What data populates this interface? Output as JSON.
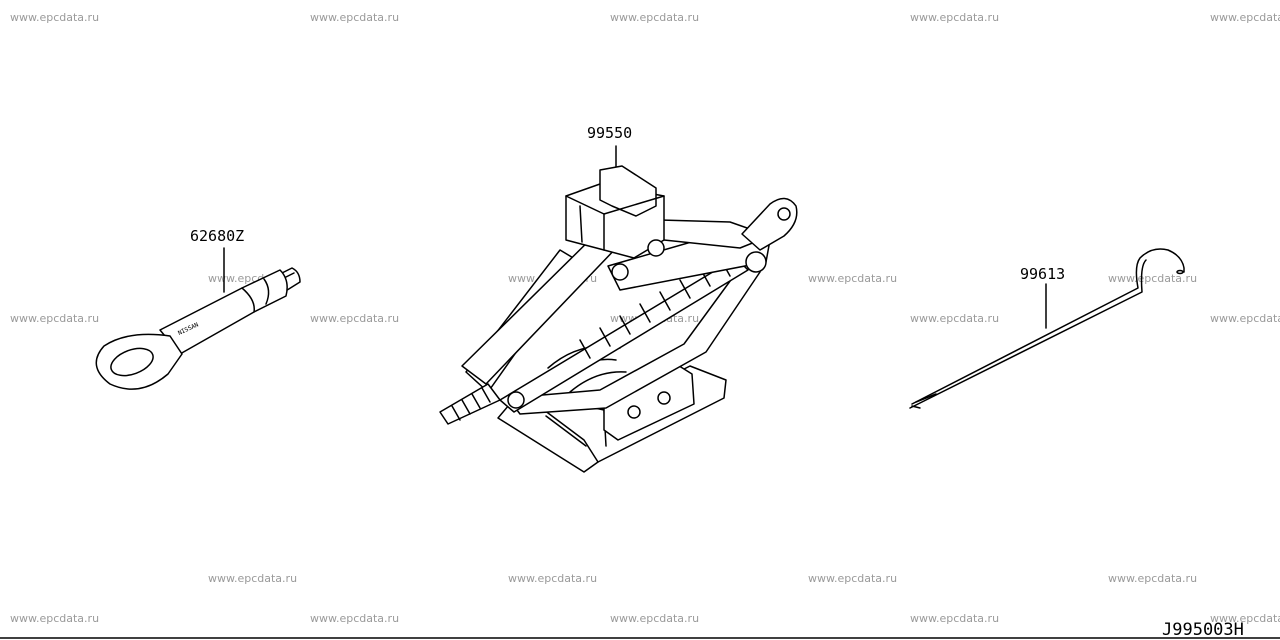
{
  "watermark": "www.epcdata.ru",
  "parts": [
    {
      "id": "tow-hook",
      "number": "62680Z"
    },
    {
      "id": "jack",
      "number": "99550"
    },
    {
      "id": "jack-handle",
      "number": "99613"
    }
  ],
  "diagram_code": "J995003H"
}
